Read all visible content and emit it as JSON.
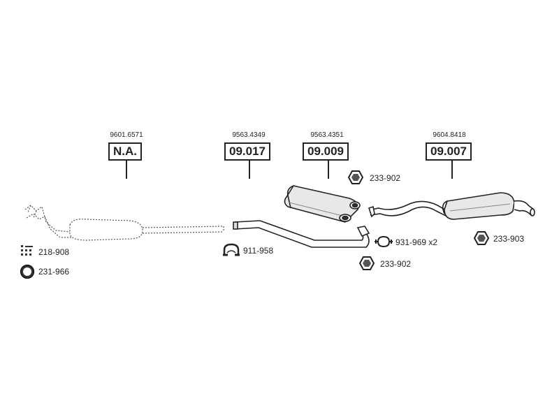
{
  "groups": [
    {
      "ref": "9601.6571",
      "code": "N.A."
    },
    {
      "ref": "9563.4349",
      "code": "09.017"
    },
    {
      "ref": "9563.4351",
      "code": "09.009"
    },
    {
      "ref": "9604.8418",
      "code": "09.007"
    }
  ],
  "parts": [
    {
      "label": "233-902",
      "icon": "hex-nut-icon"
    },
    {
      "label": "218-908",
      "icon": "bolt-kit-icon"
    },
    {
      "label": "231-966",
      "icon": "gasket-ring-icon"
    },
    {
      "label": "911-958",
      "icon": "pipe-clamp-icon"
    },
    {
      "label": "931-969 x2",
      "icon": "pipe-clamp-icon"
    },
    {
      "label": "233-903",
      "icon": "hex-nut-icon"
    },
    {
      "label": "233-902",
      "icon": "hex-nut-icon"
    }
  ]
}
